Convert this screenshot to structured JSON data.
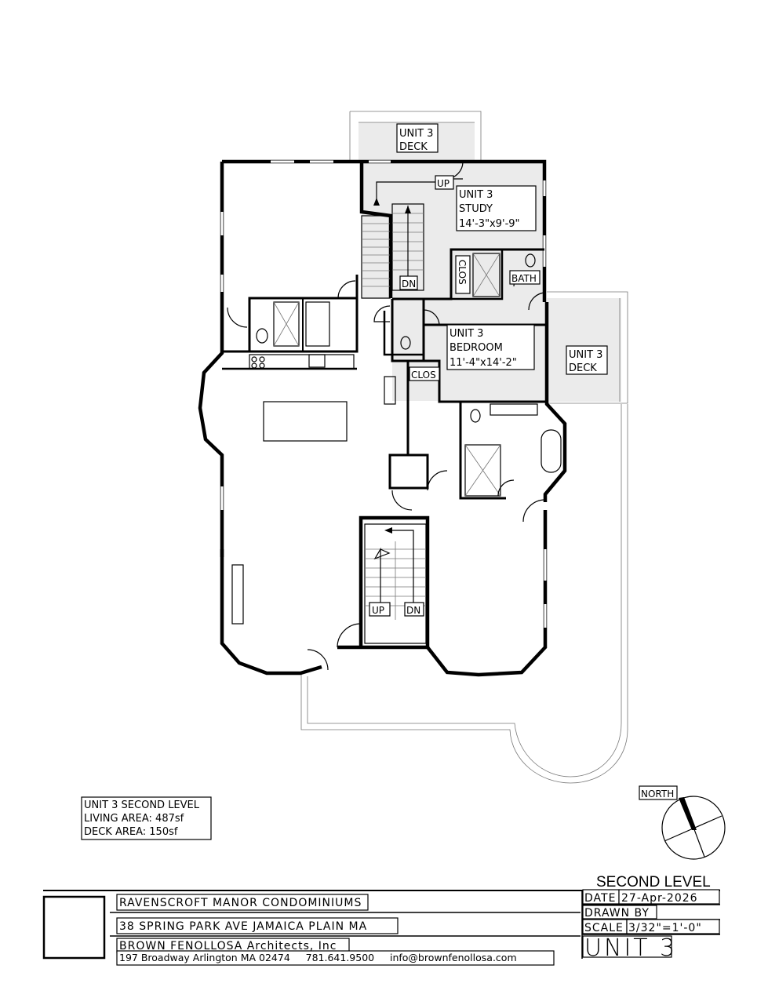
{
  "plan": {
    "labels": {
      "deck_top": [
        "UNIT 3",
        "DECK"
      ],
      "up_top": "UP",
      "study": [
        "UNIT 3",
        "STUDY",
        "14'-3\"x9'-9\""
      ],
      "dn_top": "DN",
      "clos_top": "CLOS",
      "bath": "BATH",
      "bedroom": [
        "UNIT 3",
        "BEDROOM",
        "11'-4\"x14'-2\""
      ],
      "clos_mid": "CLOS",
      "deck_right": [
        "UNIT 3",
        "DECK"
      ],
      "up_bottom": "UP",
      "dn_bottom": "DN"
    }
  },
  "area_box": {
    "line1": "UNIT 3 SECOND LEVEL",
    "line2": "LIVING AREA: 487sf",
    "line3": "DECK AREA: 150sf"
  },
  "north": {
    "label": "NORTH"
  },
  "title_block": {
    "sheet_title": "SECOND LEVEL",
    "project": "RAVENSCROFT MANOR CONDOMINIUMS",
    "address": "38 SPRING PARK AVE JAMAICA PLAIN MA",
    "firm": "BROWN FENOLLOSA Architects, Inc",
    "firm_contact": "197 Broadway Arlington MA 02474     781.641.9500     info@brownfenollosa.com",
    "date_label": "DATE",
    "date_value": "27-Apr-2026",
    "drawn_label": "DRAWN BY",
    "scale_label": "SCALE",
    "scale_value": "3/32\"=1'-0\"",
    "unit_label": "UNIT 3"
  }
}
